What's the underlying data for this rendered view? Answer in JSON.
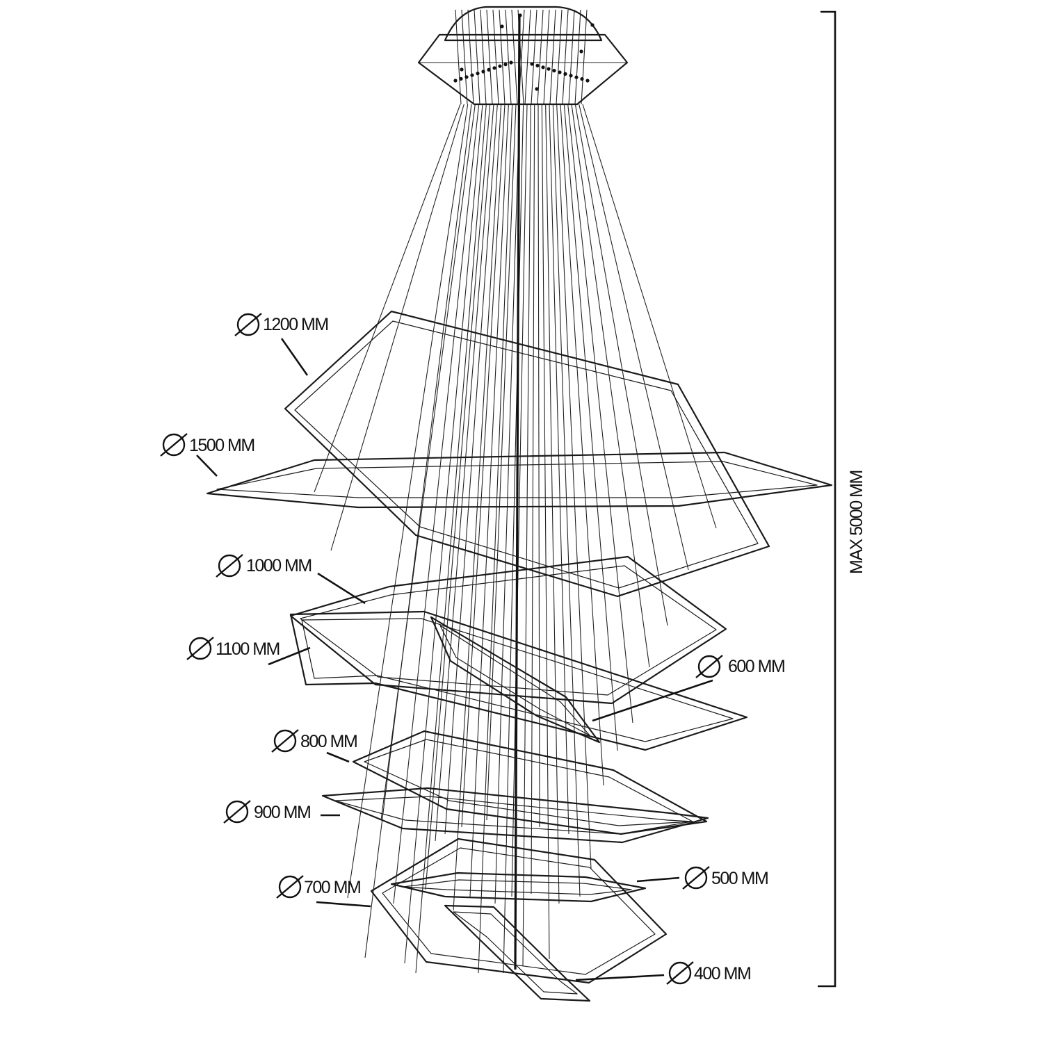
{
  "diagram": {
    "rings": [
      {
        "id": "r1200",
        "label": "1200 MM"
      },
      {
        "id": "r1500",
        "label": "1500 MM"
      },
      {
        "id": "r1000",
        "label": "1000 MM"
      },
      {
        "id": "r1100",
        "label": "1100 MM"
      },
      {
        "id": "r600",
        "label": "600 MM"
      },
      {
        "id": "r800",
        "label": "800 MM"
      },
      {
        "id": "r900",
        "label": "900 MM"
      },
      {
        "id": "r700",
        "label": "700 MM"
      },
      {
        "id": "r500",
        "label": "500 MM"
      },
      {
        "id": "r400",
        "label": "400 MM"
      }
    ],
    "height_label": "MAX 5000 MM",
    "colors": {
      "line": "#1a1a1a",
      "background": "#ffffff"
    },
    "icons": {
      "diameter": "diameter-symbol-icon",
      "canopy": "ceiling-canopy-icon"
    }
  }
}
